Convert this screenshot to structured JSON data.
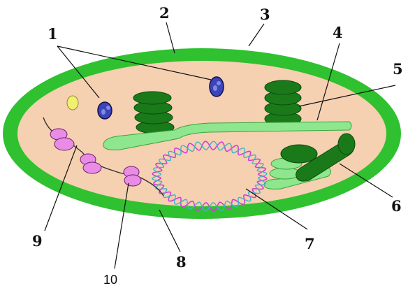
{
  "diagram": {
    "colors": {
      "envelope": "#2fc12f",
      "stroma": "#f5d0b1",
      "grana": "#1a7a1a",
      "lamella": "#8ee68e",
      "starch": "#f0ef72",
      "lipid": "#3b45b8",
      "ribosome": "#e98ce6",
      "dna": "#d33fd3",
      "dna_secondary": "#3ab7c8"
    },
    "labels": [
      {
        "id": "label-1",
        "text": "1"
      },
      {
        "id": "label-2",
        "text": "2"
      },
      {
        "id": "label-3",
        "text": "3"
      },
      {
        "id": "label-4",
        "text": "4"
      },
      {
        "id": "label-5",
        "text": "5"
      },
      {
        "id": "label-6",
        "text": "6"
      },
      {
        "id": "label-7",
        "text": "7"
      },
      {
        "id": "label-8",
        "text": "8"
      },
      {
        "id": "label-9",
        "text": "9"
      },
      {
        "id": "label-10",
        "text": "10"
      }
    ]
  }
}
